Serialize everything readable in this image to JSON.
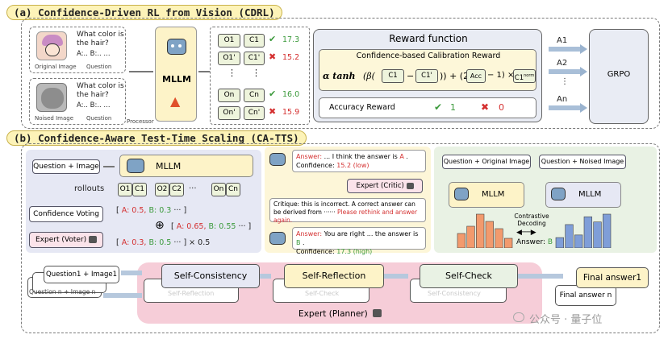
{
  "part_a": {
    "title": "(a) Confidence-Driven RL from Vision (CDRL)",
    "question_text": "What color is the hair?",
    "options_text": "A:.. B:.. ...",
    "original_image_label": "Original Image",
    "question_label": "Question",
    "noised_image_label": "Noised Image",
    "processor_label": "Processor",
    "mllm_label": "MLLM",
    "rows": [
      {
        "o": "O1",
        "c": "C1",
        "mark": "check",
        "score": "17.3"
      },
      {
        "o": "O1'",
        "c": "C1'",
        "mark": "cross",
        "score": "15.2"
      },
      {
        "o": "On",
        "c": "Cn",
        "mark": "check",
        "score": "16.0"
      },
      {
        "o": "On'",
        "c": "Cn'",
        "mark": "cross",
        "score": "15.9"
      }
    ],
    "ellipsis": "⋮",
    "reward_title": "Reward function",
    "calib_title": "Confidence-based Calibration Reward",
    "formula": {
      "alpha_tanh": "α tanh",
      "beta": "(β(",
      "c1": "C1",
      "minus": "−",
      "c1p": "C1'",
      "plus2": ")) + (2",
      "acc": "Acc",
      "minus1": "− 1) ×",
      "c1norm": "C1",
      "norm_sup": "norm"
    },
    "accuracy_title": "Accuracy Reward",
    "acc_one": "1",
    "acc_zero": "0",
    "outputs": [
      "A1",
      "A2",
      "⋮",
      "An"
    ],
    "grpo_label": "GRPO"
  },
  "part_b": {
    "title": "(b) Confidence-Aware Test-Time Scaling (CA-TTS)",
    "question_image": "Question + Image",
    "mllm_label": "MLLM",
    "rollouts_label": "rollouts",
    "rollout_cells": [
      "O1",
      "C1",
      "O2",
      "C2",
      "···",
      "On",
      "Cn"
    ],
    "confidence_voting": "Confidence Voting",
    "expert_voter": "Expert (Voter)",
    "vote_row1": {
      "open": "[",
      "a": "A: 0.5,",
      "b": "B: 0.3",
      "tail": "··· ]"
    },
    "vote_row2": {
      "open": "[",
      "a": "A: 0.65,",
      "b": "B: 0.55",
      "tail": "··· ]"
    },
    "vote_row3": {
      "open": "[",
      "a": "A: 0.3,",
      "b": "B: 0.5",
      "tail": "··· ] × 0.5"
    },
    "critic": {
      "answer_prefix": "Answer:",
      "answer_text": "... I think the answer is",
      "answer_letter": "A",
      "conf_prefix": "Confidence:",
      "conf_value": "15.2 (low)",
      "expert_critic": "Expert (Critic)",
      "critique_text": "Critique: this is incorrect. A correct answer can be derived from ······",
      "critique_red": "Please rethink and answer again.",
      "answer2_prefix": "Answer:",
      "answer2_text": "You are right ... the answer is",
      "answer2_letter": "B",
      "conf2_prefix": "Confidence:",
      "conf2_value": "17.3 (high)"
    },
    "contrastive": {
      "q_original": "Question + Original Image",
      "q_noised": "Question + Noised Image",
      "mllm_left": "MLLM",
      "mllm_right": "MLLM",
      "label": "Contrastive Decoding",
      "answer_prefix": "Answer:",
      "answer_letter": "B",
      "bars_left": [
        6,
        9,
        14,
        11,
        8,
        4
      ],
      "bars_right": [
        4,
        9,
        5,
        12,
        10,
        13
      ]
    },
    "pipeline": {
      "q_front": "Question1 + Image1",
      "q_back": "Question n + Image n",
      "self_consistency": "Self-Consistency",
      "self_reflection": "Self-Reflection",
      "self_check": "Self-Check",
      "ghost_reflection": "Self-Reflection",
      "ghost_check": "Self-Check",
      "ghost_consistency": "Self-Consistency",
      "final_answer": "Final answer1",
      "final_answer_back": "Final answer n",
      "planner": "Expert (Planner)"
    },
    "watermark": "公众号 · 量子位"
  },
  "colors": {
    "title_bg": "#fdf3b8",
    "red": "#d43030",
    "green": "#3c9a3c",
    "panel_blue": "#e6e8f4",
    "panel_yellow": "#fdf6d8",
    "panel_green": "#e9f2e4",
    "pink": "#f6cdd8",
    "reward_bg": "#e9ecf4",
    "calib_bg": "#fdf7d9"
  }
}
